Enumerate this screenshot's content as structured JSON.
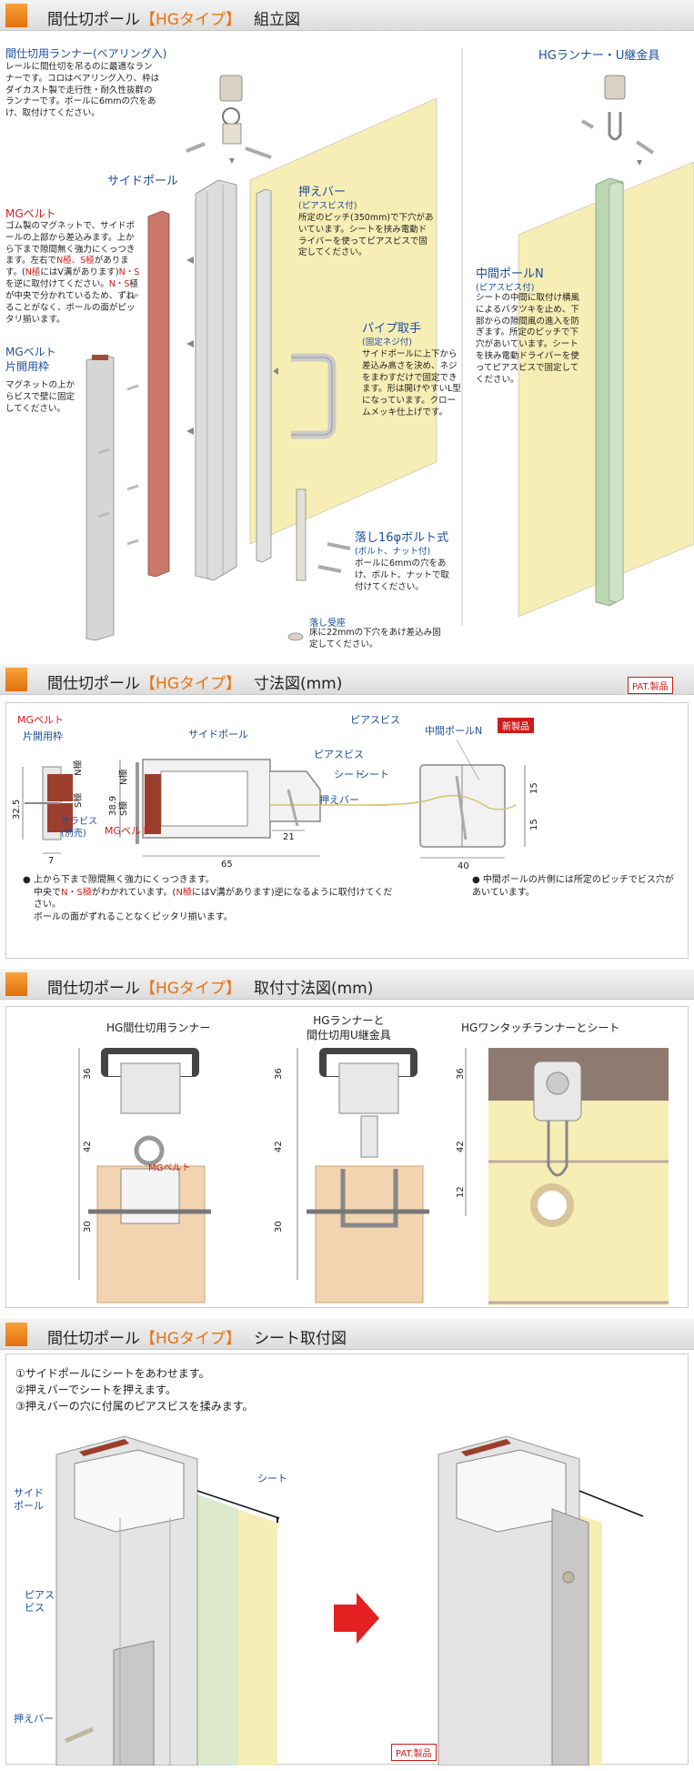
{
  "sections": {
    "s1": {
      "prefix": "間仕切ポール",
      "type": "【HGタイプ】",
      "suffix": "組立図"
    },
    "s2": {
      "prefix": "間仕切ポール",
      "type": "【HGタイプ】",
      "suffix": "寸法図(mm)"
    },
    "s3": {
      "prefix": "間仕切ポール",
      "type": "【HGタイプ】",
      "suffix": "取付寸法図(mm)"
    },
    "s4": {
      "prefix": "間仕切ポール",
      "type": "【HGタイプ】",
      "suffix": "シート取付図"
    }
  },
  "assembly": {
    "runner_title": "間仕切用ランナー(ベアリング入)",
    "runner_desc": "レールに間仕切を吊るのに最適なランナーです。コロはベアリング入り、枠はダイカスト製で走行性・耐久性抜群のランナーです。ポールに6mmの穴をあけ、取付けてください。",
    "side_pole": "サイドポール",
    "mg_belt_title": "MGベルト",
    "mg_belt_desc_a": "ゴム製のマグネットで、サイドポールの上部から差込みます。上から下まで隙間無く強力にくっつきます。左右で",
    "mg_belt_desc_red1": "N極、S極",
    "mg_belt_desc_b": "があります。(",
    "mg_belt_desc_red2": "N極",
    "mg_belt_desc_c": "にはV溝があります)",
    "mg_belt_desc_red3": "N・S",
    "mg_belt_desc_d": "を逆に取付けてください。",
    "mg_belt_desc_red4": "N・S",
    "mg_belt_desc_e": "極が中央で分かれているため、ずれることがなく、ボールの面がピッタリ揃います。",
    "mg_single_title1": "MGベルト",
    "mg_single_title2": "片開用枠",
    "mg_single_desc": "マグネットの上からビスで壁に固定してください。",
    "press_bar_title": "押えバー",
    "press_bar_sub": "(ピアスビス付)",
    "press_bar_desc": "所定のピッチ(350mm)で下穴があいています。シートを挟み電動ドライバーを使ってピアスビスで固定してください。",
    "pipe_handle_title": "パイプ取手",
    "pipe_handle_sub": "(固定ネジ付)",
    "pipe_handle_desc": "サイドポールに上下から差込み高さを決め、ネジをまわすだけで固定できます。形は開けやすいL型になっています。クロームメッキ仕上げです。",
    "drop_bolt_title": "落し16φボルト式",
    "drop_bolt_sub": "(ボルト、ナット付)",
    "drop_bolt_desc": "ボールに6mmの穴をあけ、ボルト、ナットで取付けてください。",
    "drop_seat_title": "落し受座",
    "drop_seat_desc": "床に22mmの下穴をあけ差込み固定してください。",
    "hg_runner_title": "HGランナー・U継金具",
    "mid_pole_title": "中間ポールN",
    "mid_pole_sub": "(ピアスビス付)",
    "mid_pole_desc": "シートの中間に取付け横風によるバタツキを止め、下部からの隙間風の進入を防ぎます。所定のピッチで下穴があいています。シートを挟み電動ドライバーを使ってピアスビスで固定してください。"
  },
  "dimension": {
    "pat": "PAT.製品",
    "mg_belt": "MGベルト",
    "single_frame": "片開用枠",
    "side_pole": "サイドポール",
    "piercing_screw": "ピアスビス",
    "sheet": "シート",
    "press_bar": "押えバー",
    "mg_belt_bottom": "MGベルト",
    "dish_screw1": "サラビス",
    "dish_screw2": "(別売)",
    "mid_pole": "中間ポールN",
    "new_product": "新製品",
    "n_pole": "N極",
    "s_pole": "S極",
    "d_32_5": "32.5",
    "d_7": "7",
    "d_38_9": "38.9",
    "d_65": "65",
    "d_21": "21",
    "d_15a": "15",
    "d_15b": "15",
    "d_40": "40",
    "note1": "上から下まで隙間無く強力にくっつきます。",
    "note2a": "中央で",
    "note2_red1": "N・S極",
    "note2b": "がわかれています。(",
    "note2_red2": "N極",
    "note2c": "にはV溝があります)逆になるように取付けてください。",
    "note3": "ボールの面がずれることなくピッタリ揃います。",
    "note4": "中間ポールの片側には所定のピッチでビス穴があいています。"
  },
  "mounting": {
    "col1": "HG間仕切用ランナー",
    "col2a": "HGランナーと",
    "col2b": "間仕切用U継金具",
    "col3": "HGワンタッチランナーとシート",
    "d36": "36",
    "d42": "42",
    "d30": "30",
    "d12": "12"
  },
  "sheet_install": {
    "step1": "①サイドポールにシートをあわせます。",
    "step2": "②押えバーでシートを押えます。",
    "step3": "③押えバーの穴に付属のピアスビスを揉みます。",
    "side_pole1": "サイド",
    "side_pole2": "ポール",
    "sheet": "シート",
    "piercing1": "ピアス",
    "piercing2": "ビス",
    "press_bar": "押えバー",
    "pat": "PAT.製品"
  },
  "colors": {
    "accent": "#e8730c",
    "blue_label": "#1c4e9c",
    "red_label": "#d01a1a",
    "sheet_yellow": "#f7eeb5",
    "mg_belt": "#c9786a",
    "mid_green": "#b9d6b0"
  }
}
